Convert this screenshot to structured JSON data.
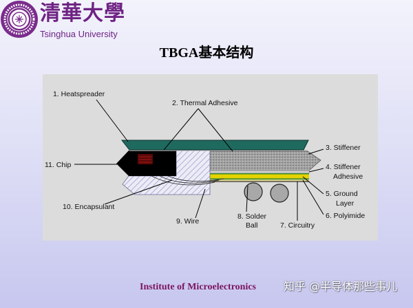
{
  "logo": {
    "name_cn": "清華大學",
    "name_en": "Tsinghua University",
    "color": "#6e2383"
  },
  "title": "TBGA基本结构",
  "diagram": {
    "labels": {
      "heatspreader": "1. Heatspreader",
      "thermal_adhesive": "2. Thermal Adhesive",
      "stiffener": "3. Stiffener",
      "stiffener_adhesive": [
        "4. Stiffener",
        "Adhesive"
      ],
      "ground_layer": [
        "5. Ground",
        "Layer"
      ],
      "polyimide": "6. Polyimide",
      "circuitry": "7. Circuitry",
      "solder_ball": [
        "8. Solder",
        "Ball"
      ],
      "wire": "9. Wire",
      "encapsulant": "10. Encapsulant",
      "chip": "11. Chip"
    },
    "colors": {
      "panel": "#dcdcdc",
      "heatspreader": "#1f6a5e",
      "chip": "#000000",
      "stiffener": "#a3a3a3",
      "ground_layer": "#e6d200",
      "circuitry": "#2f8a2f",
      "solder_ball": "#a8a8a8",
      "encapsulant_hatch": "#8a8ac4"
    }
  },
  "footer": "Institute of Microelectronics",
  "watermark": "知乎 @半导体那些事儿",
  "colors": {
    "footer_text": "#7b1560",
    "background_top": "#f3f3fc",
    "background_bottom": "#c7c7ef"
  }
}
